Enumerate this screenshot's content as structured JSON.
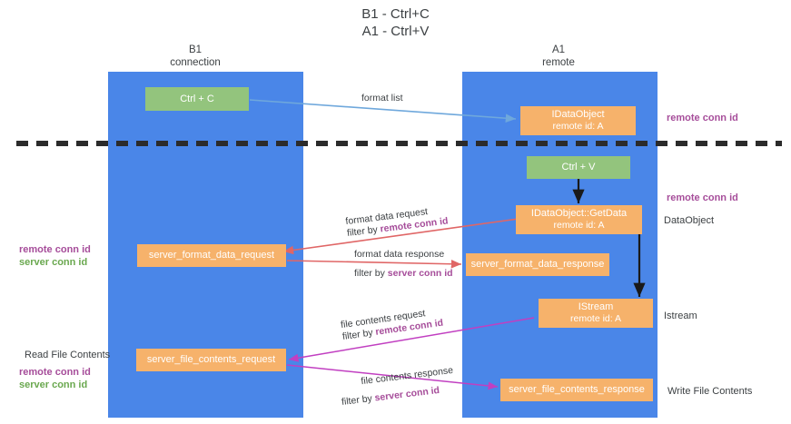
{
  "title": {
    "line1": "B1 - Ctrl+C",
    "line2": "A1 - Ctrl+V"
  },
  "columns": [
    {
      "name": "B1",
      "role": "connection"
    },
    {
      "name": "A1",
      "role": "remote"
    }
  ],
  "nodes": {
    "ctrl_c": {
      "l1": "Ctrl + C",
      "l2": ""
    },
    "idataobject": {
      "l1": "IDataObject",
      "l2": "remote id: A"
    },
    "ctrl_v": {
      "l1": "Ctrl + V",
      "l2": ""
    },
    "getdata": {
      "l1": "IDataObject::GetData",
      "l2": "remote id: A"
    },
    "fmt_req": {
      "l1": "server_format_data_request",
      "l2": ""
    },
    "fmt_resp": {
      "l1": "server_format_data_response",
      "l2": ""
    },
    "istream": {
      "l1": "IStream",
      "l2": "remote id: A"
    },
    "file_req": {
      "l1": "server_file_contents_request",
      "l2": ""
    },
    "file_resp": {
      "l1": "server_file_contents_response",
      "l2": ""
    }
  },
  "edge_labels": {
    "format_list": "format list",
    "fmt_req_l1": "format data request",
    "fmt_req_l2_prefix": "filter by ",
    "fmt_req_l2_key": "remote conn id",
    "fmt_resp_l1": "format data response",
    "fmt_resp_l2_prefix": "filter by ",
    "fmt_resp_l2_key": "server conn id",
    "file_req_l1": "file contents request",
    "file_req_l2_prefix": "filter by ",
    "file_req_l2_key": "remote conn id",
    "file_resp_l1": "file contents response",
    "file_resp_l2_prefix": "filter by ",
    "file_resp_l2_key": "server conn id"
  },
  "annotations": {
    "right_remote_conn_id_top": "remote conn id",
    "right_remote_conn_id_mid": "remote conn id",
    "right_dataobject": "DataObject",
    "right_istream": "Istream",
    "right_write_file_contents": "Write File Contents",
    "left_remote_conn_id": "remote conn id",
    "left_server_conn_id": "server conn id",
    "left_read_file_contents": "Read File Contents",
    "left_remote_conn_id_2": "remote conn id",
    "left_server_conn_id_2": "server conn id"
  },
  "colors": {
    "lane": "#4a86e8",
    "green_node": "#93c47d",
    "orange_node": "#f6b26b",
    "purple_text": "#a64d9a",
    "green_text": "#6aa84f",
    "red_arrow": "#e06666",
    "magenta_arrow": "#c13fc1",
    "blue_arrow": "#6fa8dc",
    "dark_arrow": "#1a1a1a"
  }
}
